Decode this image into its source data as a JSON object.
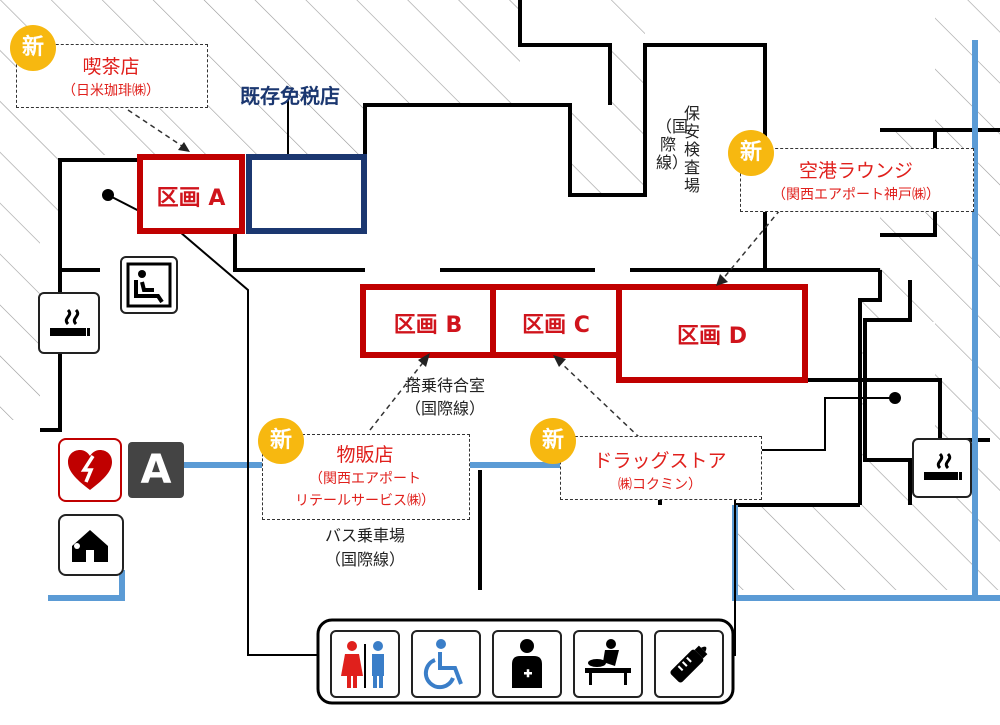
{
  "colors": {
    "new_area": "#c00000",
    "existing_shop": "#1b3770",
    "badge": "#f7b810",
    "label_red": "#e0201c",
    "corridor_blue": "#5b9bd5"
  },
  "zones": {
    "a": "区画 A",
    "b": "区画 B",
    "c": "区画 C",
    "d": "区画 D"
  },
  "existing_shop": "既存免税店",
  "badge_text": "新",
  "shops": {
    "cafe": {
      "name": "喫茶店",
      "operator": "（日米珈琲㈱）"
    },
    "lounge": {
      "name": "空港ラウンジ",
      "operator": "（関西エアポート神戸㈱）"
    },
    "retail": {
      "name": "物販店",
      "operator_line1": "（関西エアポート",
      "operator_line2": "リテールサービス㈱）"
    },
    "drugstore": {
      "name": "ドラッグストア",
      "operator": "㈱コクミン）"
    }
  },
  "areas": {
    "security": {
      "line1": "保安検査場",
      "line2": "（国際線）"
    },
    "waiting": {
      "line1": "搭乗待合室",
      "line2": "（国際線）"
    },
    "bus": {
      "line1": "バス乗車場",
      "line2": "（国際線）"
    }
  },
  "gate_letter": "A",
  "icons": [
    "smoking-area-icon",
    "massage-chair-icon",
    "aed-icon",
    "gate-a-icon",
    "kids-room-icon",
    "restroom-icon",
    "accessible-toilet-icon",
    "first-aid-icon",
    "diaper-changing-icon",
    "baby-bottle-icon"
  ]
}
